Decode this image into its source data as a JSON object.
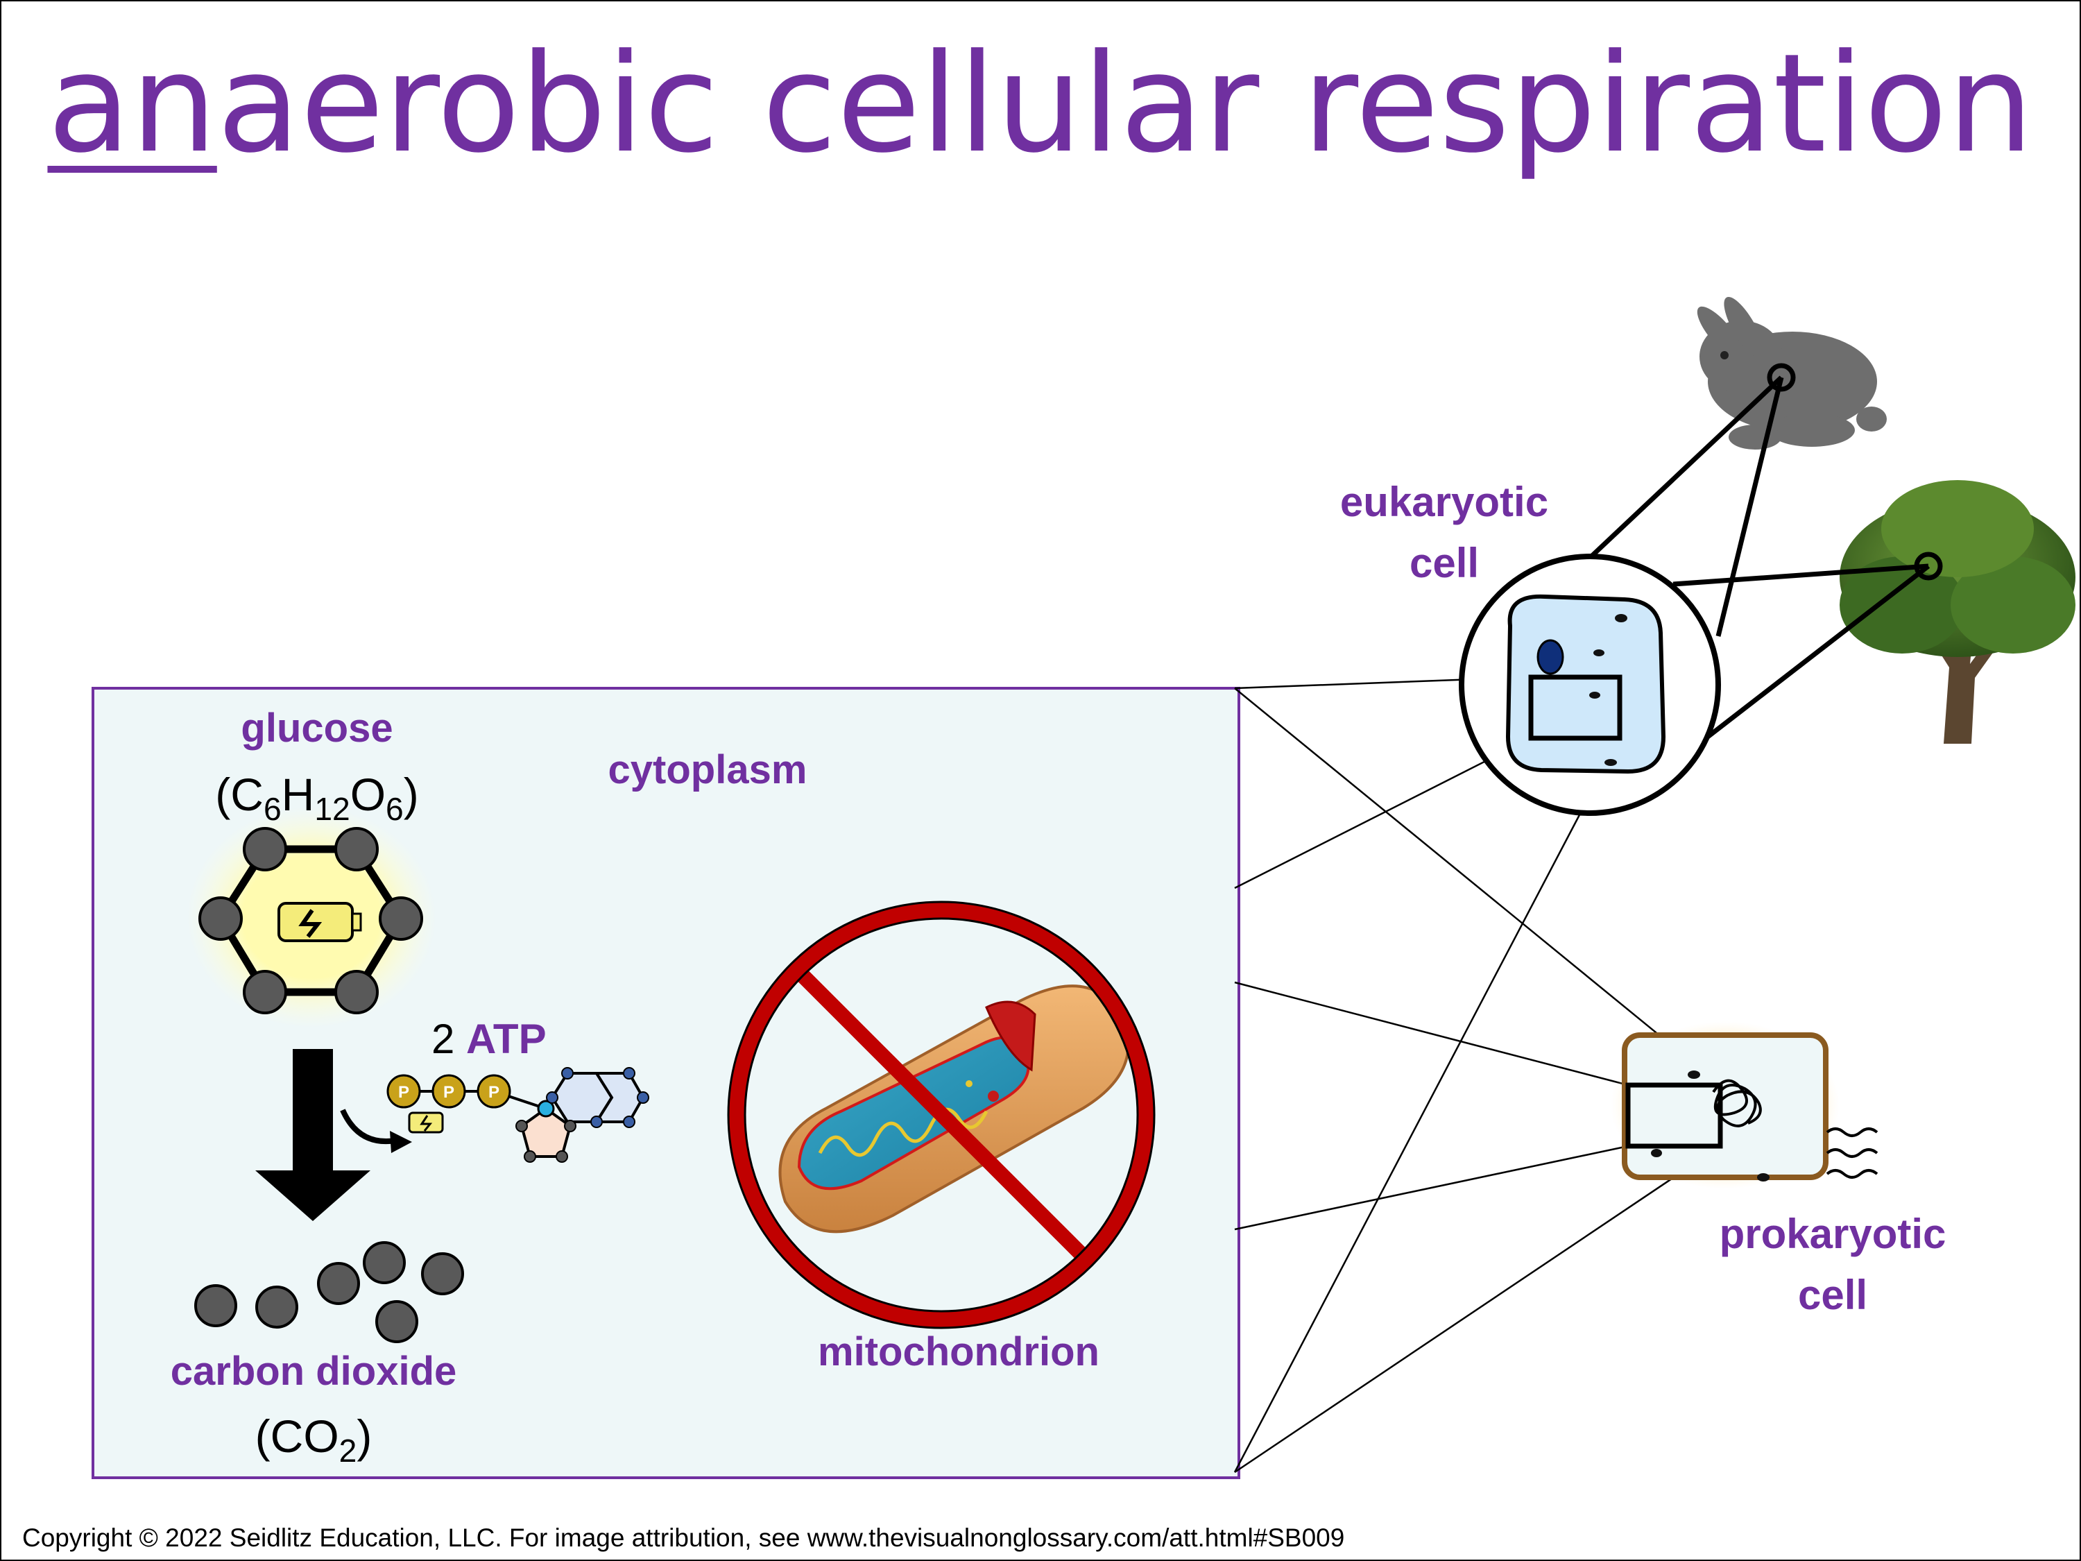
{
  "title": {
    "prefix": "an",
    "rest": "aerobic cellular respiration"
  },
  "labels": {
    "eukaryotic_cell": [
      "eukaryotic",
      "cell"
    ],
    "prokaryotic_cell": [
      "prokaryotic",
      "cell"
    ],
    "glucose": "glucose",
    "cytoplasm": "cytoplasm",
    "carbon_dioxide": "carbon dioxide",
    "mitochondrion": "mitochondrion"
  },
  "formulas": {
    "glucose": {
      "open": "(C",
      "s1": "6",
      "h": "H",
      "s2": "12",
      "o": "O",
      "s3": "6",
      "close": ")"
    },
    "co2": {
      "open": "(CO",
      "s1": "2",
      "close": ")"
    }
  },
  "atp": {
    "count": "2",
    "name": "ATP",
    "phosphate_letter": "P"
  },
  "copyright": "Copyright © 2022 Seidlitz Education, LLC.  For image attribution, see www.thevisualnonglossary.com/att.html#SB009",
  "colors": {
    "accent": "#7030a0",
    "cytoplasm": "#eef7f8",
    "cell": "#cfe8fa",
    "no_sign": "#c00000"
  }
}
